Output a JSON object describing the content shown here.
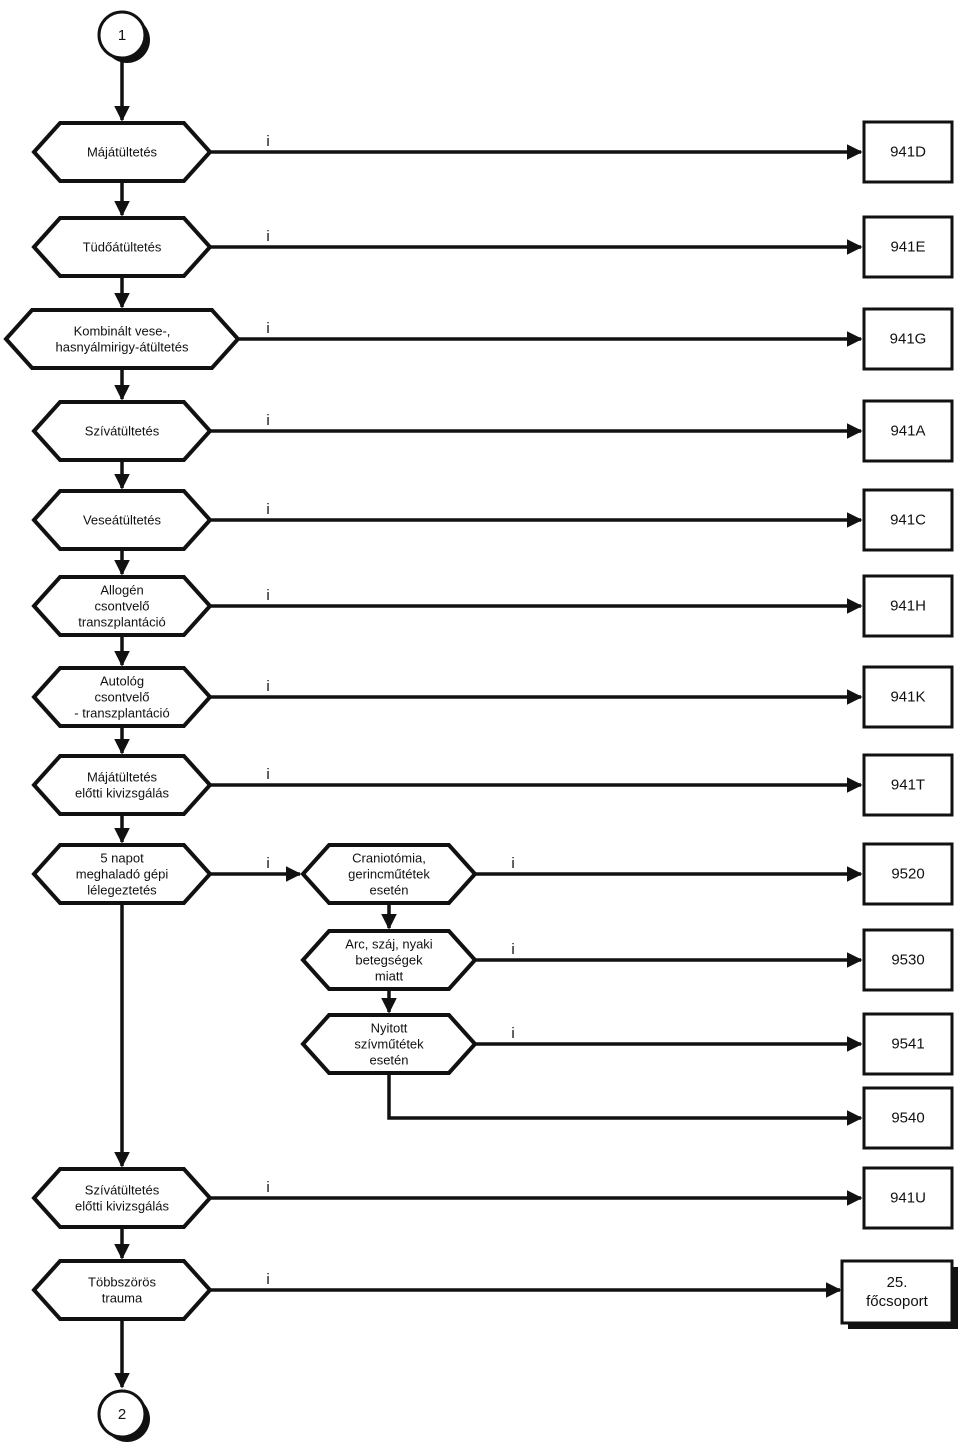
{
  "connectors": {
    "start": "1",
    "end": "2"
  },
  "branch_label": "i",
  "decisions": [
    {
      "id": "d1",
      "lines": [
        "Májátültetés"
      ],
      "code": "941D"
    },
    {
      "id": "d2",
      "lines": [
        "Tüdőátültetés"
      ],
      "code": "941E"
    },
    {
      "id": "d3",
      "lines": [
        "Kombinált vese-,",
        "hasnyálmirigy-átültetés"
      ],
      "code": "941G"
    },
    {
      "id": "d4",
      "lines": [
        "Szívátültetés"
      ],
      "code": "941A"
    },
    {
      "id": "d5",
      "lines": [
        "Veseátültetés"
      ],
      "code": "941C"
    },
    {
      "id": "d6",
      "lines": [
        "Allogén",
        "csontvelő",
        "transzplantáció"
      ],
      "code": "941H"
    },
    {
      "id": "d7",
      "lines": [
        "Autológ",
        "csontvelő",
        "- transzplantáció"
      ],
      "code": "941K"
    },
    {
      "id": "d8",
      "lines": [
        "Májátültetés",
        "előtti kivizsgálás"
      ],
      "code": "941T"
    },
    {
      "id": "d9",
      "lines": [
        "5 napot",
        "meghaladó gépi",
        "lélegeztetés"
      ]
    },
    {
      "id": "d10",
      "lines": [
        "Szívátültetés",
        "előtti kivizsgálás"
      ],
      "code": "941U"
    },
    {
      "id": "d11",
      "lines": [
        "Többszörös",
        "trauma"
      ],
      "code_lines": [
        "25.",
        "főcsoport"
      ]
    }
  ],
  "sub_decisions": [
    {
      "id": "s1",
      "lines": [
        "Craniotómia,",
        "gerincműtétek",
        "esetén"
      ],
      "code": "9520"
    },
    {
      "id": "s2",
      "lines": [
        "Arc, száj, nyaki",
        "betegségek",
        "miatt"
      ],
      "code": "9530"
    },
    {
      "id": "s3",
      "lines": [
        "Nyitott",
        "szívműtétek",
        "esetén"
      ],
      "code": "9541"
    }
  ],
  "fallback_code": "9540"
}
